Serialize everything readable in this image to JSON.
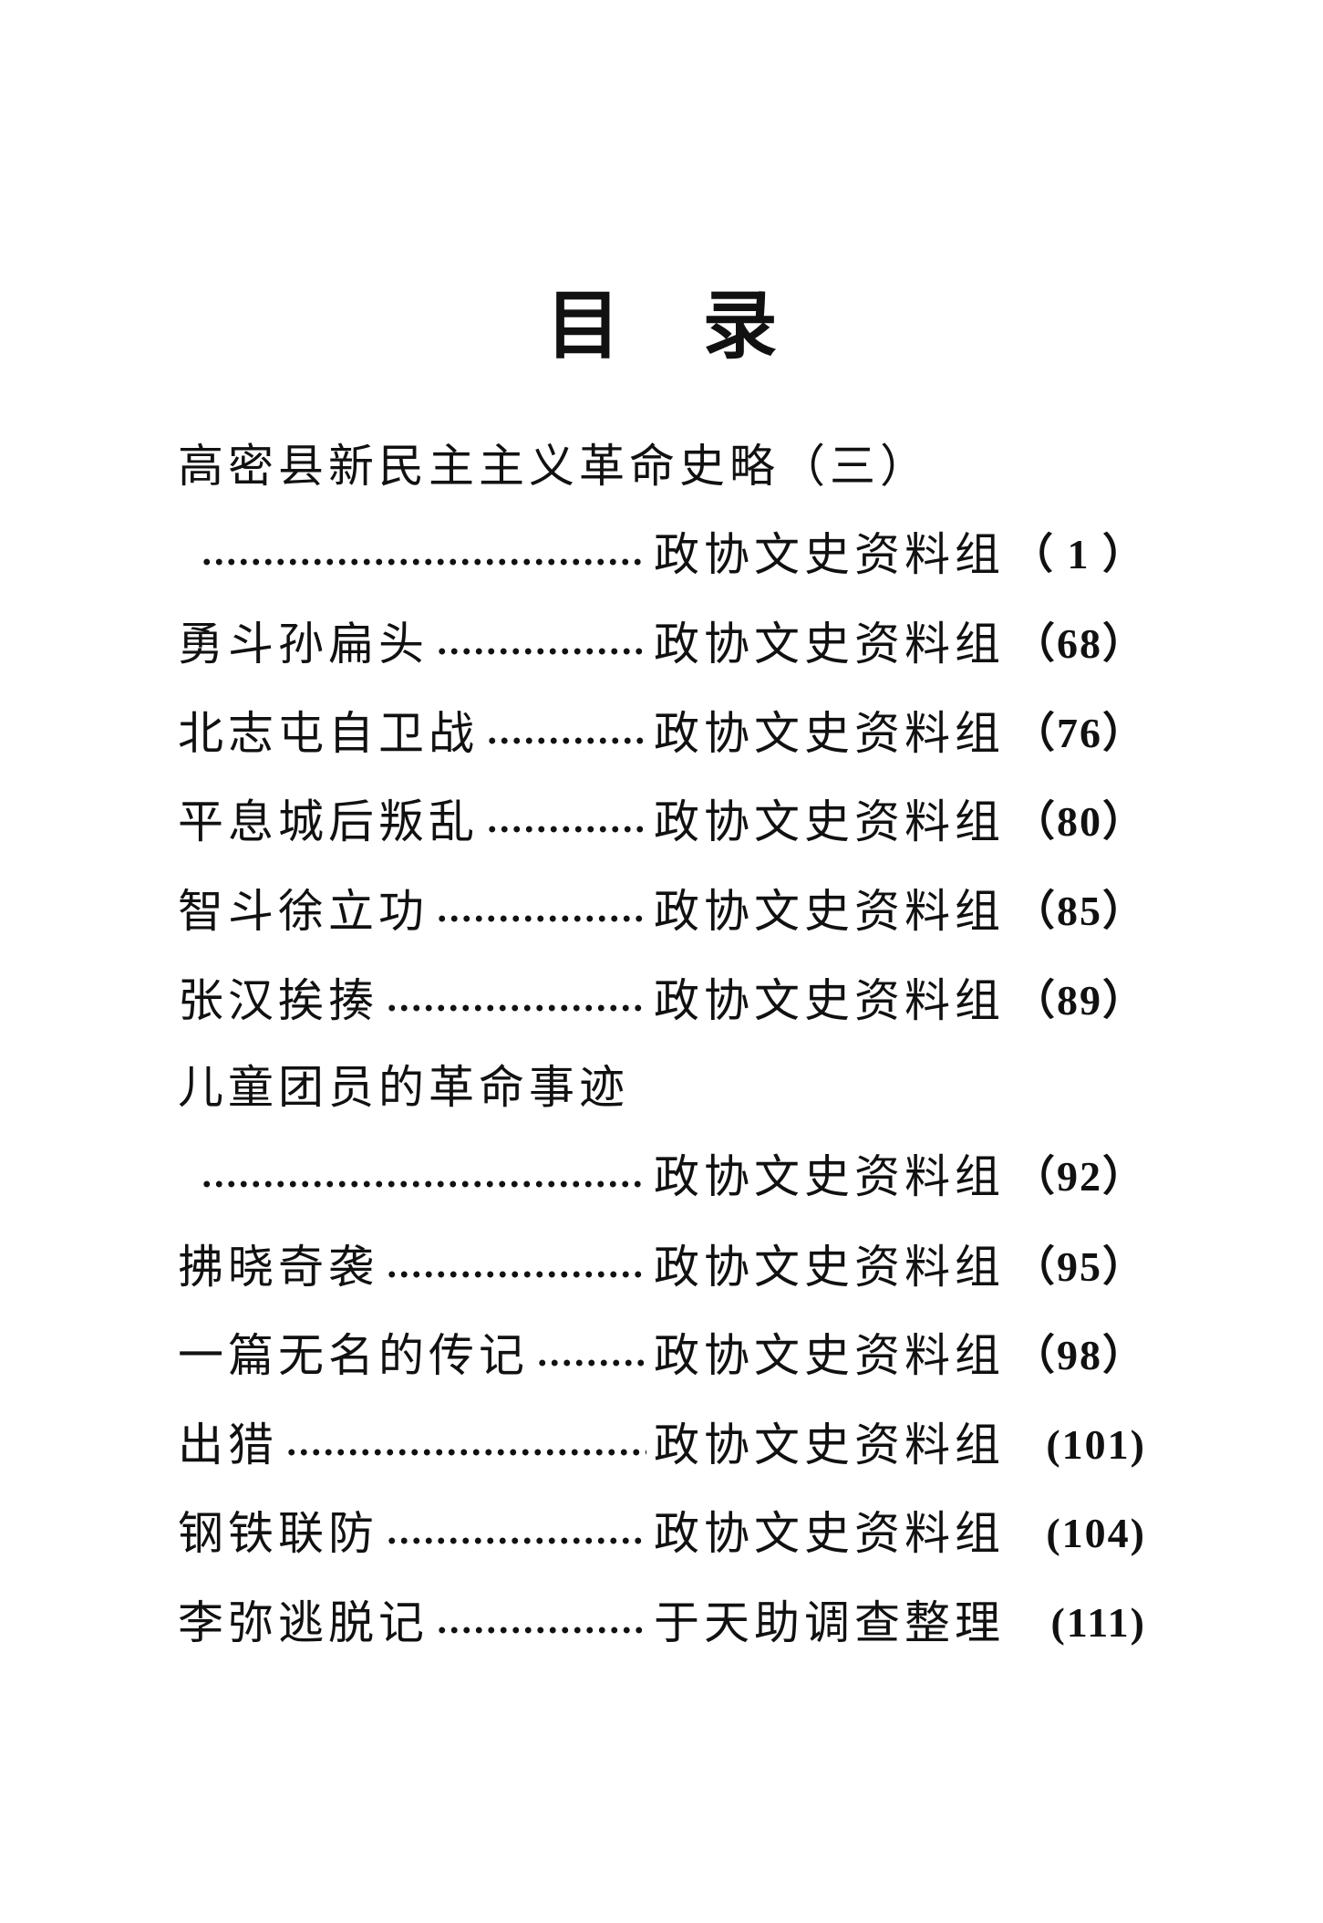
{
  "heading": "目录",
  "entries": [
    {
      "title": "高密县新民主主义革命史略（三）",
      "author": "政协文史资料组",
      "page": "（ 1 ）"
    },
    {
      "title": "勇斗孙扁头",
      "author": "政协文史资料组",
      "page": "（68）"
    },
    {
      "title": "北志屯自卫战",
      "author": "政协文史资料组",
      "page": "（76）"
    },
    {
      "title": "平息城后叛乱",
      "author": "政协文史资料组",
      "page": "（80）"
    },
    {
      "title": "智斗徐立功",
      "author": "政协文史资料组",
      "page": "（85）"
    },
    {
      "title": "张汉挨揍",
      "author": "政协文史资料组",
      "page": "（89）"
    },
    {
      "title": "儿童团员的革命事迹",
      "author": "政协文史资料组",
      "page": "（92）"
    },
    {
      "title": "拂晓奇袭",
      "author": "政协文史资料组",
      "page": "（95）"
    },
    {
      "title": "一篇无名的传记",
      "author": "政协文史资料组",
      "page": "（98）"
    },
    {
      "title": "出猎",
      "author": "政协文史资料组",
      "page": "(101)"
    },
    {
      "title": "钢铁联防",
      "author": "政协文史资料组",
      "page": "(104)"
    },
    {
      "title": "李弥逃脱记",
      "author": "于天助调查整理",
      "page": "(111)"
    }
  ]
}
